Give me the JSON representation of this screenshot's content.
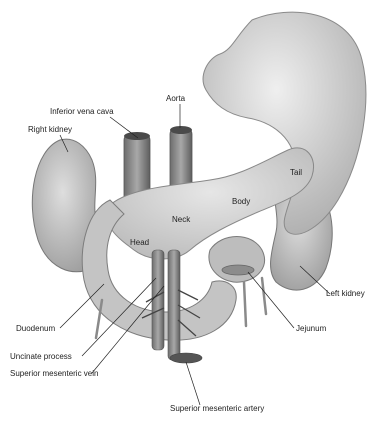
{
  "diagram": {
    "labels": {
      "inferior_vena_cava": "Inferior vena cava",
      "aorta": "Aorta",
      "right_kidney": "Right kidney",
      "tail": "Tail",
      "body": "Body",
      "neck": "Neck",
      "head": "Head",
      "left_kidney": "Left kidney",
      "jejunum": "Jejunum",
      "duodenum": "Duodenum",
      "uncinate_process": "Uncinate process",
      "superior_mesenteric_vein": "Superior mesenteric vein",
      "superior_mesenteric_artery": "Superior mesenteric artery"
    }
  }
}
